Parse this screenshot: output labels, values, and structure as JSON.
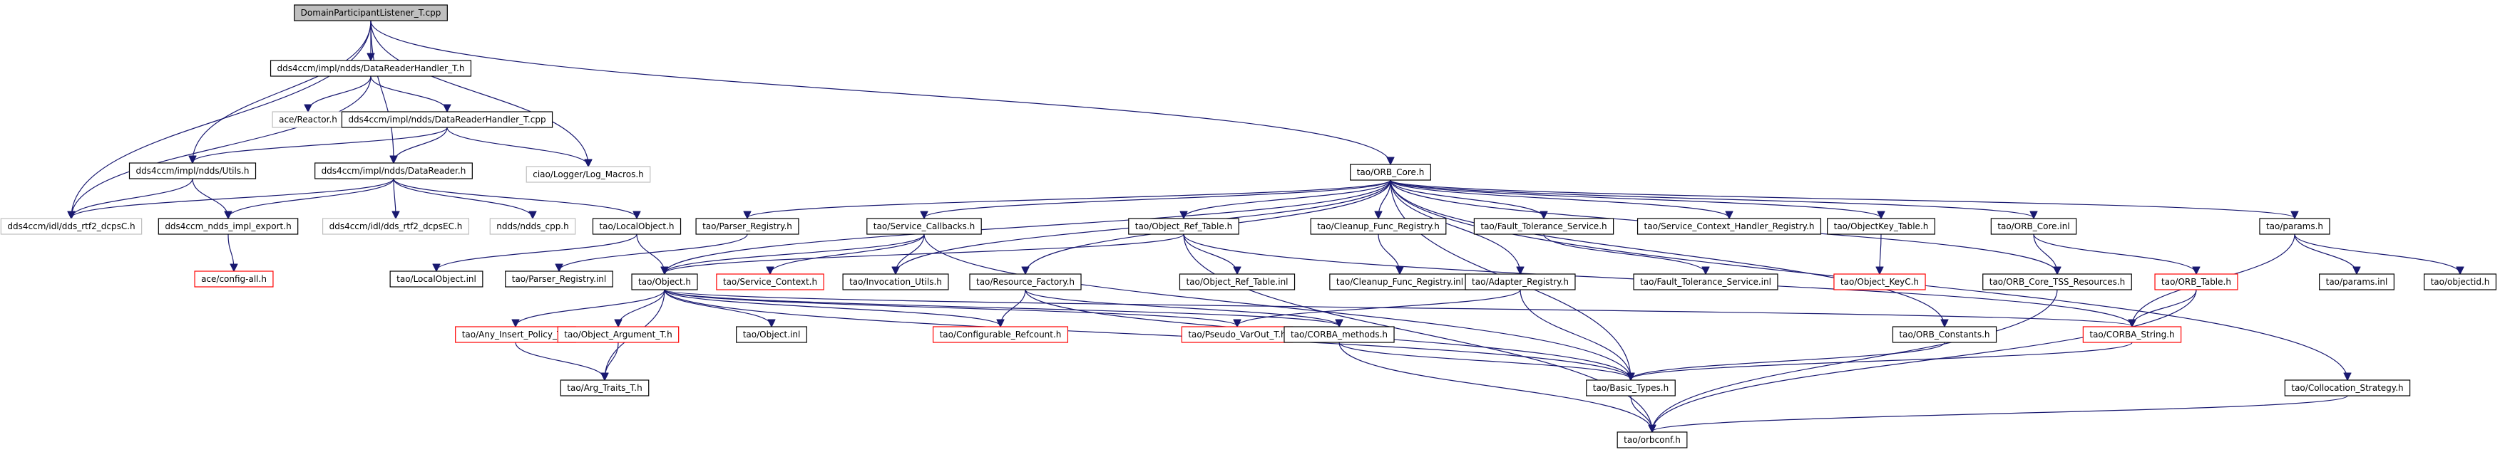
{
  "graph": {
    "root": "DomainParticipantListener_T.cpp",
    "colors": {
      "edge": "#191970",
      "root_fill": "#bfbfbf",
      "border": "#000000",
      "missing_border": "#bfbfbf",
      "truncated_border": "#ff0000"
    },
    "nodes": [
      {
        "id": "n0",
        "label": "DomainParticipantListener_T.cpp",
        "style": "root"
      },
      {
        "id": "n1",
        "label": "dds4ccm/impl/ndds/DataReaderHandler_T.h",
        "style": "normal"
      },
      {
        "id": "n2",
        "label": "ace/Reactor.h",
        "style": "missing"
      },
      {
        "id": "n3",
        "label": "dds4ccm/impl/ndds/DataReaderHandler_T.cpp",
        "style": "normal"
      },
      {
        "id": "n4",
        "label": "dds4ccm/impl/ndds/Utils.h",
        "style": "normal"
      },
      {
        "id": "n5",
        "label": "dds4ccm/impl/ndds/DataReader.h",
        "style": "normal"
      },
      {
        "id": "n6",
        "label": "ciao/Logger/Log_Macros.h",
        "style": "missing"
      },
      {
        "id": "n7",
        "label": "tao/ORB_Core.h",
        "style": "normal"
      },
      {
        "id": "n8",
        "label": "dds4ccm/idl/dds_rtf2_dcpsC.h",
        "style": "missing"
      },
      {
        "id": "n9",
        "label": "dds4ccm_ndds_impl_export.h",
        "style": "normal"
      },
      {
        "id": "n10",
        "label": "dds4ccm/idl/dds_rtf2_dcpsEC.h",
        "style": "missing"
      },
      {
        "id": "n11",
        "label": "ndds/ndds_cpp.h",
        "style": "missing"
      },
      {
        "id": "n12",
        "label": "tao/LocalObject.h",
        "style": "normal"
      },
      {
        "id": "n13",
        "label": "ace/config-all.h",
        "style": "truncated"
      },
      {
        "id": "n14",
        "label": "tao/LocalObject.inl",
        "style": "normal"
      },
      {
        "id": "n15",
        "label": "tao/Parser_Registry.h",
        "style": "normal"
      },
      {
        "id": "n16",
        "label": "tao/Parser_Registry.inl",
        "style": "normal"
      },
      {
        "id": "n17",
        "label": "tao/Object.h",
        "style": "normal"
      },
      {
        "id": "n18",
        "label": "tao/Service_Callbacks.h",
        "style": "normal"
      },
      {
        "id": "n19",
        "label": "tao/Service_Context.h",
        "style": "truncated"
      },
      {
        "id": "n20",
        "label": "tao/Invocation_Utils.h",
        "style": "normal"
      },
      {
        "id": "n21",
        "label": "tao/Object_Ref_Table.h",
        "style": "normal"
      },
      {
        "id": "n22",
        "label": "tao/Object_Ref_Table.inl",
        "style": "normal"
      },
      {
        "id": "n23",
        "label": "tao/Resource_Factory.h",
        "style": "normal"
      },
      {
        "id": "n24",
        "label": "tao/Cleanup_Func_Registry.h",
        "style": "normal"
      },
      {
        "id": "n25",
        "label": "tao/Cleanup_Func_Registry.inl",
        "style": "normal"
      },
      {
        "id": "n26",
        "label": "tao/Adapter_Registry.h",
        "style": "normal"
      },
      {
        "id": "n27",
        "label": "tao/Fault_Tolerance_Service.h",
        "style": "normal"
      },
      {
        "id": "n28",
        "label": "tao/Fault_Tolerance_Service.inl",
        "style": "normal"
      },
      {
        "id": "n29",
        "label": "tao/Service_Context_Handler_Registry.h",
        "style": "normal"
      },
      {
        "id": "n30",
        "label": "tao/ObjectKey_Table.h",
        "style": "normal"
      },
      {
        "id": "n31",
        "label": "tao/Object_KeyC.h",
        "style": "truncated"
      },
      {
        "id": "n32",
        "label": "tao/ORB_Core.inl",
        "style": "normal"
      },
      {
        "id": "n33",
        "label": "tao/ORB_Core_TSS_Resources.h",
        "style": "normal"
      },
      {
        "id": "n34",
        "label": "tao/ORB_Table.h",
        "style": "truncated"
      },
      {
        "id": "n35",
        "label": "tao/params.h",
        "style": "normal"
      },
      {
        "id": "n36",
        "label": "tao/params.inl",
        "style": "normal"
      },
      {
        "id": "n37",
        "label": "tao/objectid.h",
        "style": "normal"
      },
      {
        "id": "n38",
        "label": "tao/Any_Insert_Policy_T.h",
        "style": "truncated"
      },
      {
        "id": "n39",
        "label": "tao/Object_Argument_T.h",
        "style": "truncated"
      },
      {
        "id": "n40",
        "label": "tao/Object.inl",
        "style": "normal"
      },
      {
        "id": "n41",
        "label": "tao/Configurable_Refcount.h",
        "style": "truncated"
      },
      {
        "id": "n42",
        "label": "tao/Pseudo_VarOut_T.h",
        "style": "truncated"
      },
      {
        "id": "n43",
        "label": "tao/CORBA_methods.h",
        "style": "normal"
      },
      {
        "id": "n44",
        "label": "tao/ORB_Constants.h",
        "style": "normal"
      },
      {
        "id": "n45",
        "label": "tao/CORBA_String.h",
        "style": "truncated"
      },
      {
        "id": "n46",
        "label": "tao/Arg_Traits_T.h",
        "style": "normal"
      },
      {
        "id": "n47",
        "label": "tao/Basic_Types.h",
        "style": "normal"
      },
      {
        "id": "n48",
        "label": "tao/Collocation_Strategy.h",
        "style": "normal"
      },
      {
        "id": "n49",
        "label": "tao/orbconf.h",
        "style": "normal"
      }
    ],
    "edges": [
      [
        "n0",
        "n1"
      ],
      [
        "n0",
        "n4"
      ],
      [
        "n0",
        "n5"
      ],
      [
        "n0",
        "n6"
      ],
      [
        "n0",
        "n7"
      ],
      [
        "n0",
        "n8"
      ],
      [
        "n1",
        "n2"
      ],
      [
        "n1",
        "n3"
      ],
      [
        "n1",
        "n8"
      ],
      [
        "n3",
        "n4"
      ],
      [
        "n3",
        "n5"
      ],
      [
        "n3",
        "n6"
      ],
      [
        "n4",
        "n8"
      ],
      [
        "n4",
        "n9"
      ],
      [
        "n5",
        "n8"
      ],
      [
        "n5",
        "n9"
      ],
      [
        "n5",
        "n10"
      ],
      [
        "n5",
        "n11"
      ],
      [
        "n5",
        "n12"
      ],
      [
        "n9",
        "n13"
      ],
      [
        "n12",
        "n14"
      ],
      [
        "n12",
        "n17"
      ],
      [
        "n15",
        "n16"
      ],
      [
        "n17",
        "n38"
      ],
      [
        "n17",
        "n39"
      ],
      [
        "n17",
        "n40"
      ],
      [
        "n17",
        "n41"
      ],
      [
        "n17",
        "n42"
      ],
      [
        "n17",
        "n43"
      ],
      [
        "n17",
        "n45"
      ],
      [
        "n17",
        "n46"
      ],
      [
        "n17",
        "n47"
      ],
      [
        "n38",
        "n46"
      ],
      [
        "n39",
        "n46"
      ],
      [
        "n18",
        "n17"
      ],
      [
        "n18",
        "n19"
      ],
      [
        "n18",
        "n20"
      ],
      [
        "n18",
        "n47"
      ],
      [
        "n21",
        "n17"
      ],
      [
        "n21",
        "n22"
      ],
      [
        "n21",
        "n45"
      ],
      [
        "n21",
        "n49"
      ],
      [
        "n23",
        "n41"
      ],
      [
        "n23",
        "n43"
      ],
      [
        "n23",
        "n47"
      ],
      [
        "n24",
        "n25"
      ],
      [
        "n26",
        "n42"
      ],
      [
        "n26",
        "n47"
      ],
      [
        "n27",
        "n28"
      ],
      [
        "n30",
        "n31"
      ],
      [
        "n32",
        "n33"
      ],
      [
        "n32",
        "n34"
      ],
      [
        "n34",
        "n45"
      ],
      [
        "n34",
        "n49"
      ],
      [
        "n35",
        "n36"
      ],
      [
        "n35",
        "n37"
      ],
      [
        "n35",
        "n45"
      ],
      [
        "n43",
        "n47"
      ],
      [
        "n43",
        "n49"
      ],
      [
        "n44",
        "n47"
      ],
      [
        "n45",
        "n47"
      ],
      [
        "n47",
        "n49"
      ],
      [
        "n48",
        "n49"
      ],
      [
        "n33",
        "n49"
      ],
      [
        "n7",
        "n15"
      ],
      [
        "n7",
        "n17"
      ],
      [
        "n7",
        "n18"
      ],
      [
        "n7",
        "n20"
      ],
      [
        "n7",
        "n21"
      ],
      [
        "n7",
        "n23"
      ],
      [
        "n7",
        "n24"
      ],
      [
        "n7",
        "n26"
      ],
      [
        "n7",
        "n27"
      ],
      [
        "n7",
        "n29"
      ],
      [
        "n7",
        "n30"
      ],
      [
        "n7",
        "n32"
      ],
      [
        "n7",
        "n33"
      ],
      [
        "n7",
        "n35"
      ],
      [
        "n7",
        "n44"
      ],
      [
        "n7",
        "n48"
      ],
      [
        "n7",
        "n47"
      ]
    ]
  }
}
